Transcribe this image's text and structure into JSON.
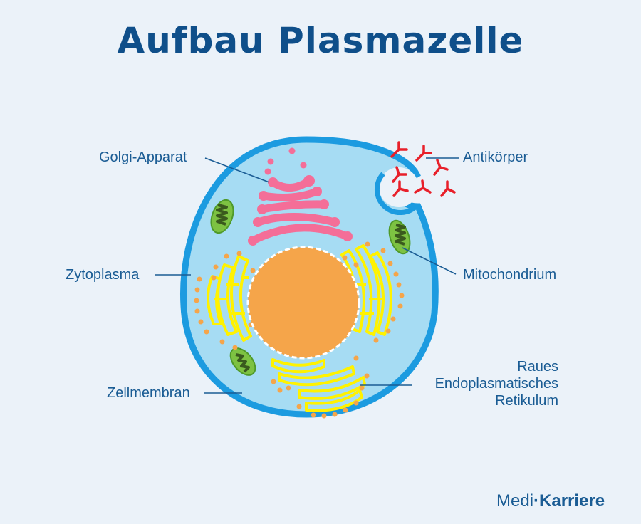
{
  "title": "Aufbau Plasmazelle",
  "labels": {
    "golgi": "Golgi-Apparat",
    "antikoerper": "Antikörper",
    "zytoplasma": "Zytoplasma",
    "mitochondrium": "Mitochondrium",
    "zellmembran": "Zellmembran",
    "rer_line1": "Raues",
    "rer_line2": "Endoplasmatisches",
    "rer_line3": "Retikulum"
  },
  "brand": {
    "part1": "Medi",
    "separator": "·",
    "part2": "Karriere"
  },
  "colors": {
    "background": "#ebf2f9",
    "title": "#0f4f8a",
    "label": "#1a5c94",
    "membrane": "#1c9be0",
    "cytoplasm": "#a6dcf3",
    "nucleus": "#f5a54a",
    "golgi": "#f46e98",
    "er": "#fff200",
    "ribosome": "#f5a54a",
    "mitochondrion_outer": "#7dc242",
    "mitochondrion_inner": "#3a5a1e",
    "antibody": "#e8202a"
  }
}
